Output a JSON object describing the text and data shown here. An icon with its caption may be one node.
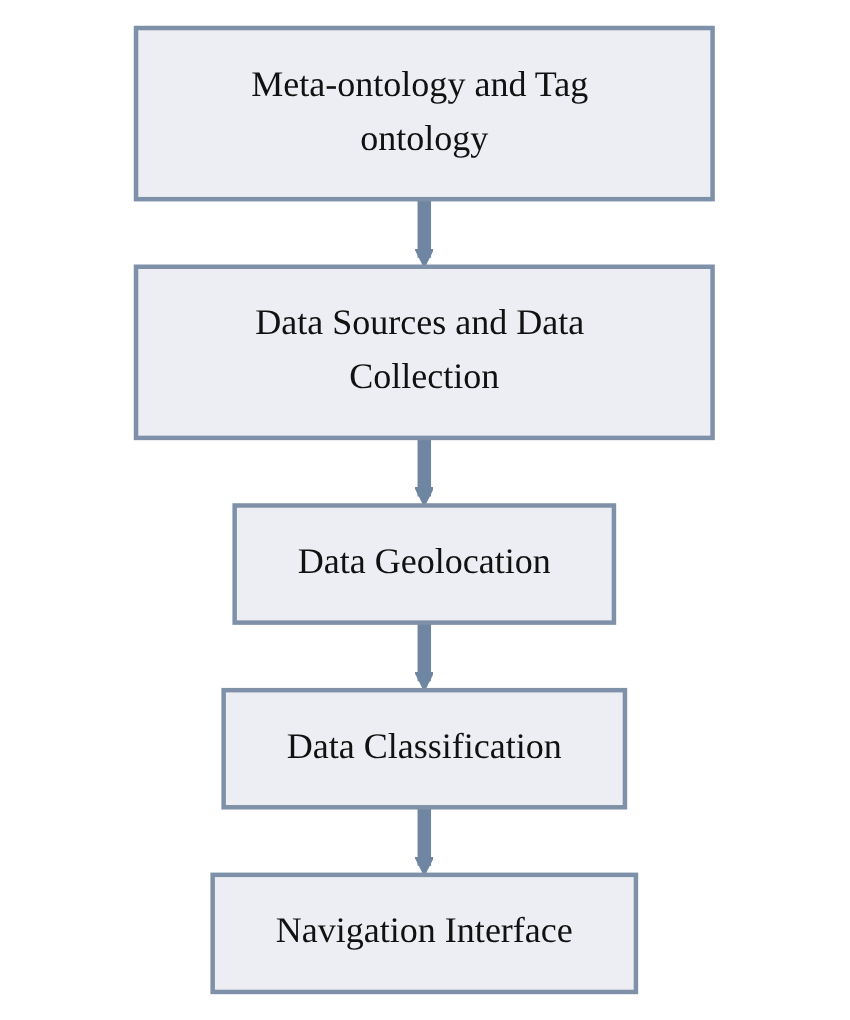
{
  "diagram": {
    "nodes": [
      {
        "text": [
          "Meta-ontology and Tag ontology"
        ]
      },
      {
        "text": [
          "Data Sources and Data Collection"
        ]
      },
      {
        "text": [
          "Data Geolocation"
        ]
      },
      {
        "text": [
          "Data Classification"
        ]
      },
      {
        "text": [
          "Navigation Interface"
        ]
      }
    ],
    "edges": [
      {
        "from": 0,
        "to": 1,
        "arrow": "to"
      },
      {
        "from": 1,
        "to": 2,
        "arrow": "to"
      },
      {
        "from": 2,
        "to": 3,
        "arrow": "to"
      },
      {
        "from": 3,
        "to": 4,
        "arrow": "to"
      }
    ]
  }
}
